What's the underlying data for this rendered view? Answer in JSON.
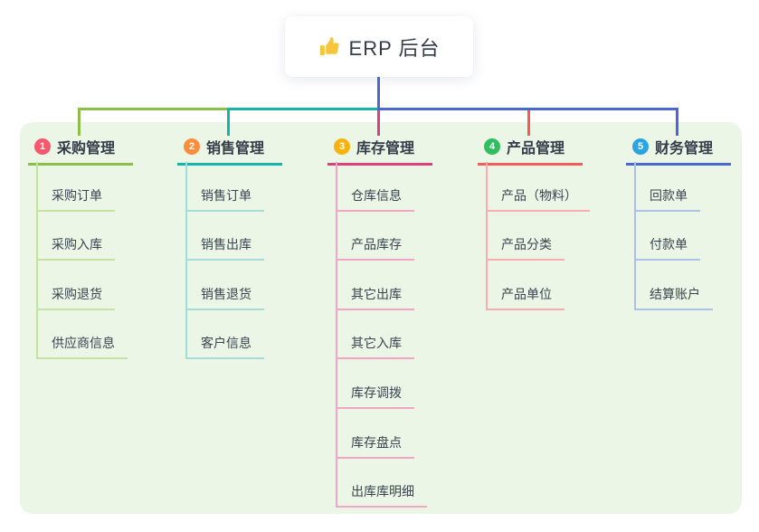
{
  "root": {
    "title": "ERP 后台",
    "icon": "thumbs-up-icon",
    "icon_color": "#f5c53c",
    "line_color": "#4a68cf"
  },
  "panel": {
    "bg_color": "#ebf6e6"
  },
  "branches": [
    {
      "num": "1",
      "title": "采购管理",
      "badge_color": "#f6596d",
      "line_color": "#8abf4a",
      "light_color": "#c6e2a2",
      "children": [
        "采购订单",
        "采购入库",
        "采购退货",
        "供应商信息"
      ]
    },
    {
      "num": "2",
      "title": "销售管理",
      "badge_color": "#fb8e3c",
      "line_color": "#16b3ac",
      "light_color": "#a4dcd7",
      "children": [
        "销售订单",
        "销售出库",
        "销售退货",
        "客户信息"
      ]
    },
    {
      "num": "3",
      "title": "库存管理",
      "badge_color": "#f9b30f",
      "line_color": "#d8417e",
      "light_color": "#f0a7c7",
      "children": [
        "仓库信息",
        "产品库存",
        "其它出库",
        "其它入库",
        "库存调拨",
        "库存盘点",
        "出库库明细"
      ]
    },
    {
      "num": "4",
      "title": "产品管理",
      "badge_color": "#33bd61",
      "line_color": "#f15b5b",
      "light_color": "#f6adad",
      "children": [
        "产品（物料）",
        "产品分类",
        "产品单位"
      ]
    },
    {
      "num": "5",
      "title": "财务管理",
      "badge_color": "#2ba5e0",
      "line_color": "#4a68cf",
      "light_color": "#aec0e8",
      "children": [
        "回款单",
        "付款单",
        "结算账户"
      ]
    }
  ]
}
